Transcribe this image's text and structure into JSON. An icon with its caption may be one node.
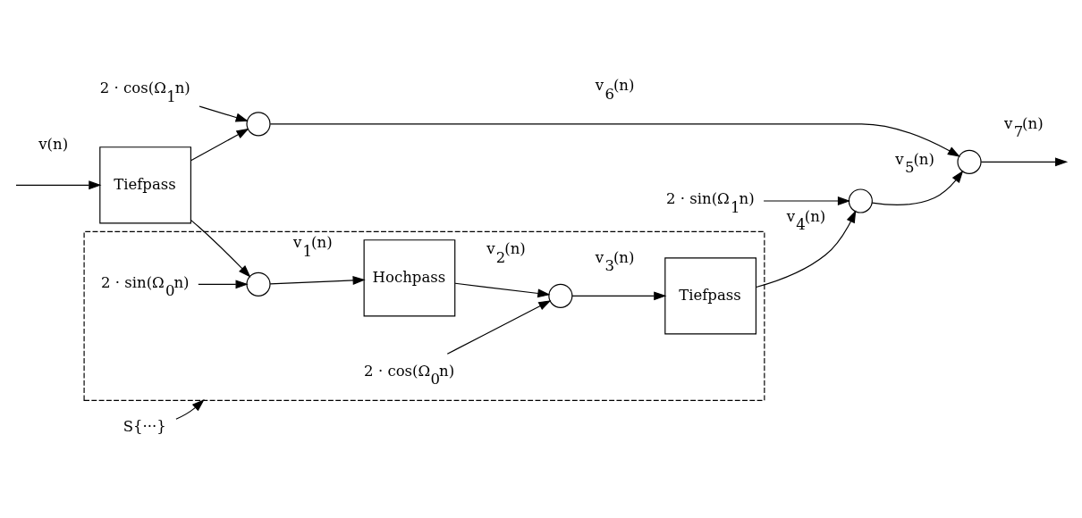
{
  "diagram": {
    "nodes": [
      {
        "text": [
          "2 · cos(Ω$_{1}$n)"
        ]
      },
      {
        "text": [],
        "shape": "circle"
      },
      {
        "text": [],
        "shape": "circle"
      },
      {
        "text": [
          "Tiefpass"
        ]
      },
      {
        "text": [],
        "shape": "box"
      },
      {
        "text": [],
        "shape": "circle",
        "in": 4
      },
      {
        "text": [
          "Hochpass"
        ],
        "in": 4
      },
      {
        "text": [],
        "shape": "circle",
        "in": 4
      },
      {
        "text": [
          "Tiefpass"
        ],
        "in": 4
      },
      {
        "text": [],
        "shape": "circle"
      },
      {
        "text": [
          "2 · sin(Ω$_{0}$n)"
        ],
        "in": 4
      },
      {
        "text": [
          "2 · cos(Ω$_{0}$n)"
        ],
        "in": 4
      },
      {
        "text": [
          "2 · sin(Ω$_{1}$n)"
        ]
      },
      {
        "text": [
          "S{···}"
        ]
      }
    ],
    "edges": [
      {
        "from": null,
        "to": 3,
        "arrow": "to",
        "label": "v(n)"
      },
      {
        "from": 3,
        "to": 5,
        "arrow": "to"
      },
      {
        "from": 3,
        "to": 1,
        "arrow": "to"
      },
      {
        "from": 0,
        "to": 1,
        "arrow": "to"
      },
      {
        "from": 5,
        "to": 6,
        "arrow": "to",
        "label": "v$_{1}$(n)"
      },
      {
        "from": 6,
        "to": 7,
        "arrow": "to",
        "label": "v$_{2}$(n)"
      },
      {
        "from": 7,
        "to": 8,
        "arrow": "to",
        "label": "v$_{3}$(n)"
      },
      {
        "from": 10,
        "to": 5,
        "arrow": "to"
      },
      {
        "from": 11,
        "to": 7,
        "arrow": "to"
      },
      {
        "from": 8,
        "to": 9,
        "arrow": "to",
        "label": "v$_{4}$(n)"
      },
      {
        "from": 12,
        "to": 9,
        "arrow": "to"
      },
      {
        "from": 9,
        "to": 2,
        "arrow": "to",
        "label": "v$_{5}$(n)"
      },
      {
        "from": 1,
        "to": 2,
        "arrow": "to",
        "label": "v$_{6}$(n)"
      },
      {
        "from": 2,
        "to": null,
        "arrow": "to",
        "label": "v$_{7}$(n)"
      },
      {
        "from": 13,
        "to": 4,
        "arrow": "to"
      }
    ]
  }
}
